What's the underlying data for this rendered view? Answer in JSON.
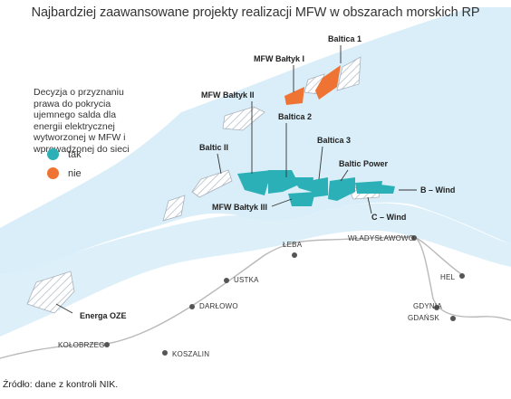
{
  "title": "Najbardziej zaawansowane projekty realizacji MFW w obszarach morskich RP",
  "legend": {
    "description": "Decyzja o przyznaniu prawa do pokrycia ujemnego salda dla energii elektrycznej wytworzonej w MFW i wprowadzonej do sieci",
    "items": [
      {
        "label": "tak",
        "color": "#2ab0b6"
      },
      {
        "label": "nie",
        "color": "#ef7333"
      }
    ]
  },
  "colors": {
    "sea": "#d9eef8",
    "land_line": "#b9b9b9",
    "hatched_area": "#c9d0d8",
    "city_dot": "#555555"
  },
  "farms": [
    {
      "label": "Baltica 1",
      "decision": "none"
    },
    {
      "label": "MFW Bałtyk I",
      "decision": "nie"
    },
    {
      "label": "MFW Bałtyk II",
      "decision": "tak"
    },
    {
      "label": "Baltica 2",
      "decision": "tak"
    },
    {
      "label": "Baltica 3",
      "decision": "tak"
    },
    {
      "label": "Baltic II",
      "decision": "none"
    },
    {
      "label": "Baltic Power",
      "decision": "tak"
    },
    {
      "label": "B – Wind",
      "decision": "tak"
    },
    {
      "label": "MFW Bałtyk III",
      "decision": "tak"
    },
    {
      "label": "C – Wind",
      "decision": "tak"
    },
    {
      "label": "Energa OZE",
      "decision": "none"
    }
  ],
  "cities": [
    {
      "name": "ŁEBA"
    },
    {
      "name": "WŁADYSŁAWOWO"
    },
    {
      "name": "HEL"
    },
    {
      "name": "USTKA"
    },
    {
      "name": "DARŁOWO"
    },
    {
      "name": "GDYNIA"
    },
    {
      "name": "GDAŃSK"
    },
    {
      "name": "KOŁOBRZEG"
    },
    {
      "name": "KOSZALIN"
    }
  ],
  "source": "Źródło: dane z kontroli NIK."
}
